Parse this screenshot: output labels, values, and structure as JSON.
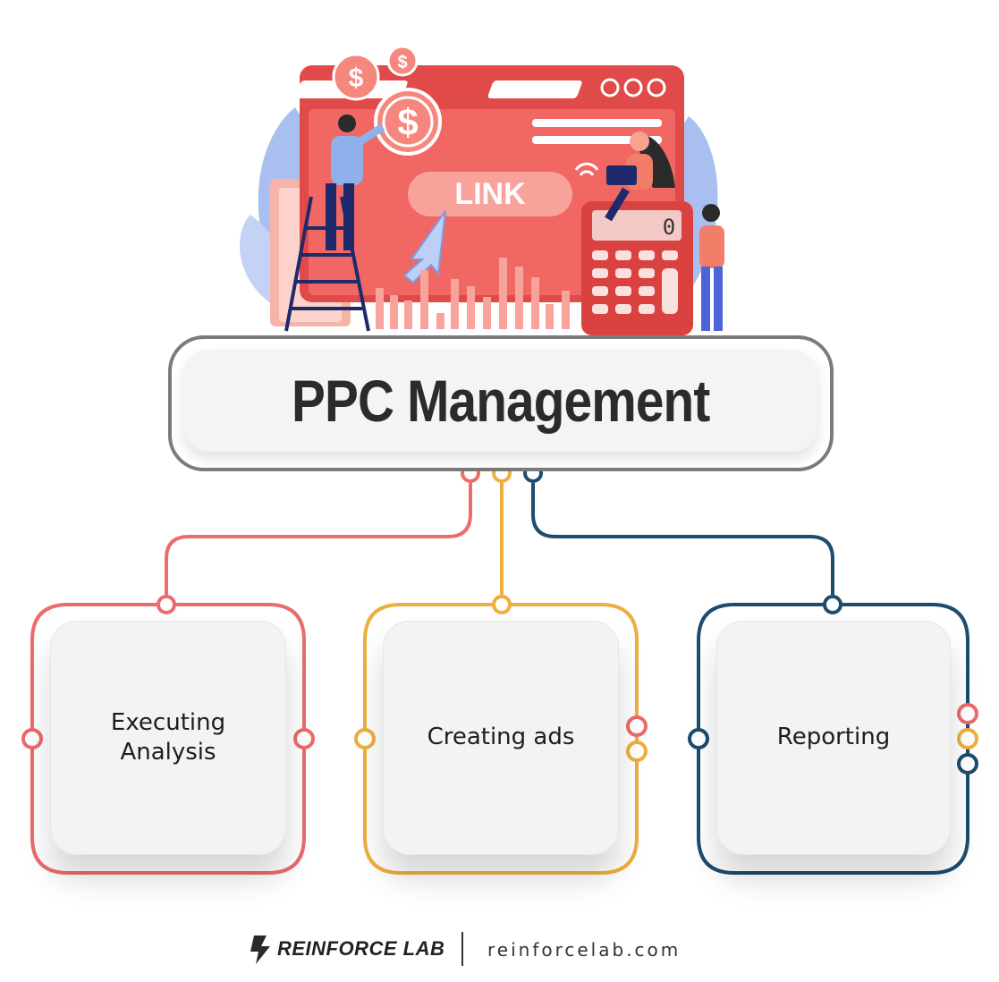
{
  "hero": {
    "link_label": "LINK",
    "calculator_display": "0",
    "currency_symbol": "$"
  },
  "title": "PPC Management",
  "cards": [
    {
      "label": "Executing Analysis",
      "color": "#ec6b6b"
    },
    {
      "label": "Creating ads",
      "color": "#eeae3f"
    },
    {
      "label": "Reporting",
      "color": "#1d4c6e"
    }
  ],
  "colors": {
    "red": "#ec6b6b",
    "orange": "#eeae3f",
    "navy": "#1d4c6e",
    "border": "#7b7b7b"
  },
  "footer": {
    "brand": "REINFORCE LAB",
    "website": "reinforcelab.com"
  }
}
